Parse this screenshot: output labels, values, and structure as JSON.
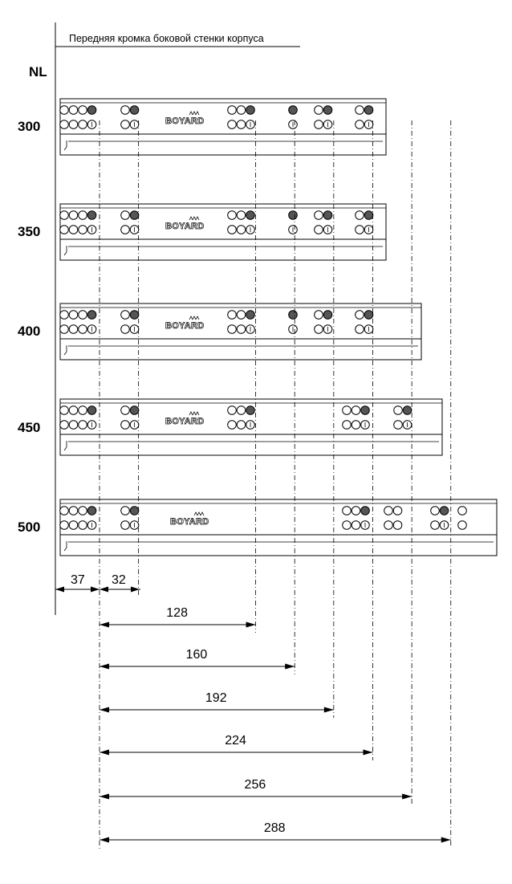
{
  "header": {
    "caption": "Передняя кромка боковой стенки корпуса"
  },
  "nl_label": "NL",
  "brand": "BOYARD",
  "rails": [
    {
      "nl": "300",
      "length_mm": 300
    },
    {
      "nl": "350",
      "length_mm": 350
    },
    {
      "nl": "400",
      "length_mm": 400
    },
    {
      "nl": "450",
      "length_mm": 450
    },
    {
      "nl": "500",
      "length_mm": 500
    }
  ],
  "hole_offsets_mm": {
    "front_edge_to_first": "37",
    "spacing": "32"
  },
  "dimensions": [
    {
      "label": "128",
      "mm": 128
    },
    {
      "label": "160",
      "mm": 160
    },
    {
      "label": "192",
      "mm": 192
    },
    {
      "label": "224",
      "mm": 224
    },
    {
      "label": "256",
      "mm": 256
    },
    {
      "label": "288",
      "mm": 288
    }
  ],
  "colors": {
    "line": "#000000",
    "hole_fill": "#555555",
    "background": "#ffffff"
  }
}
